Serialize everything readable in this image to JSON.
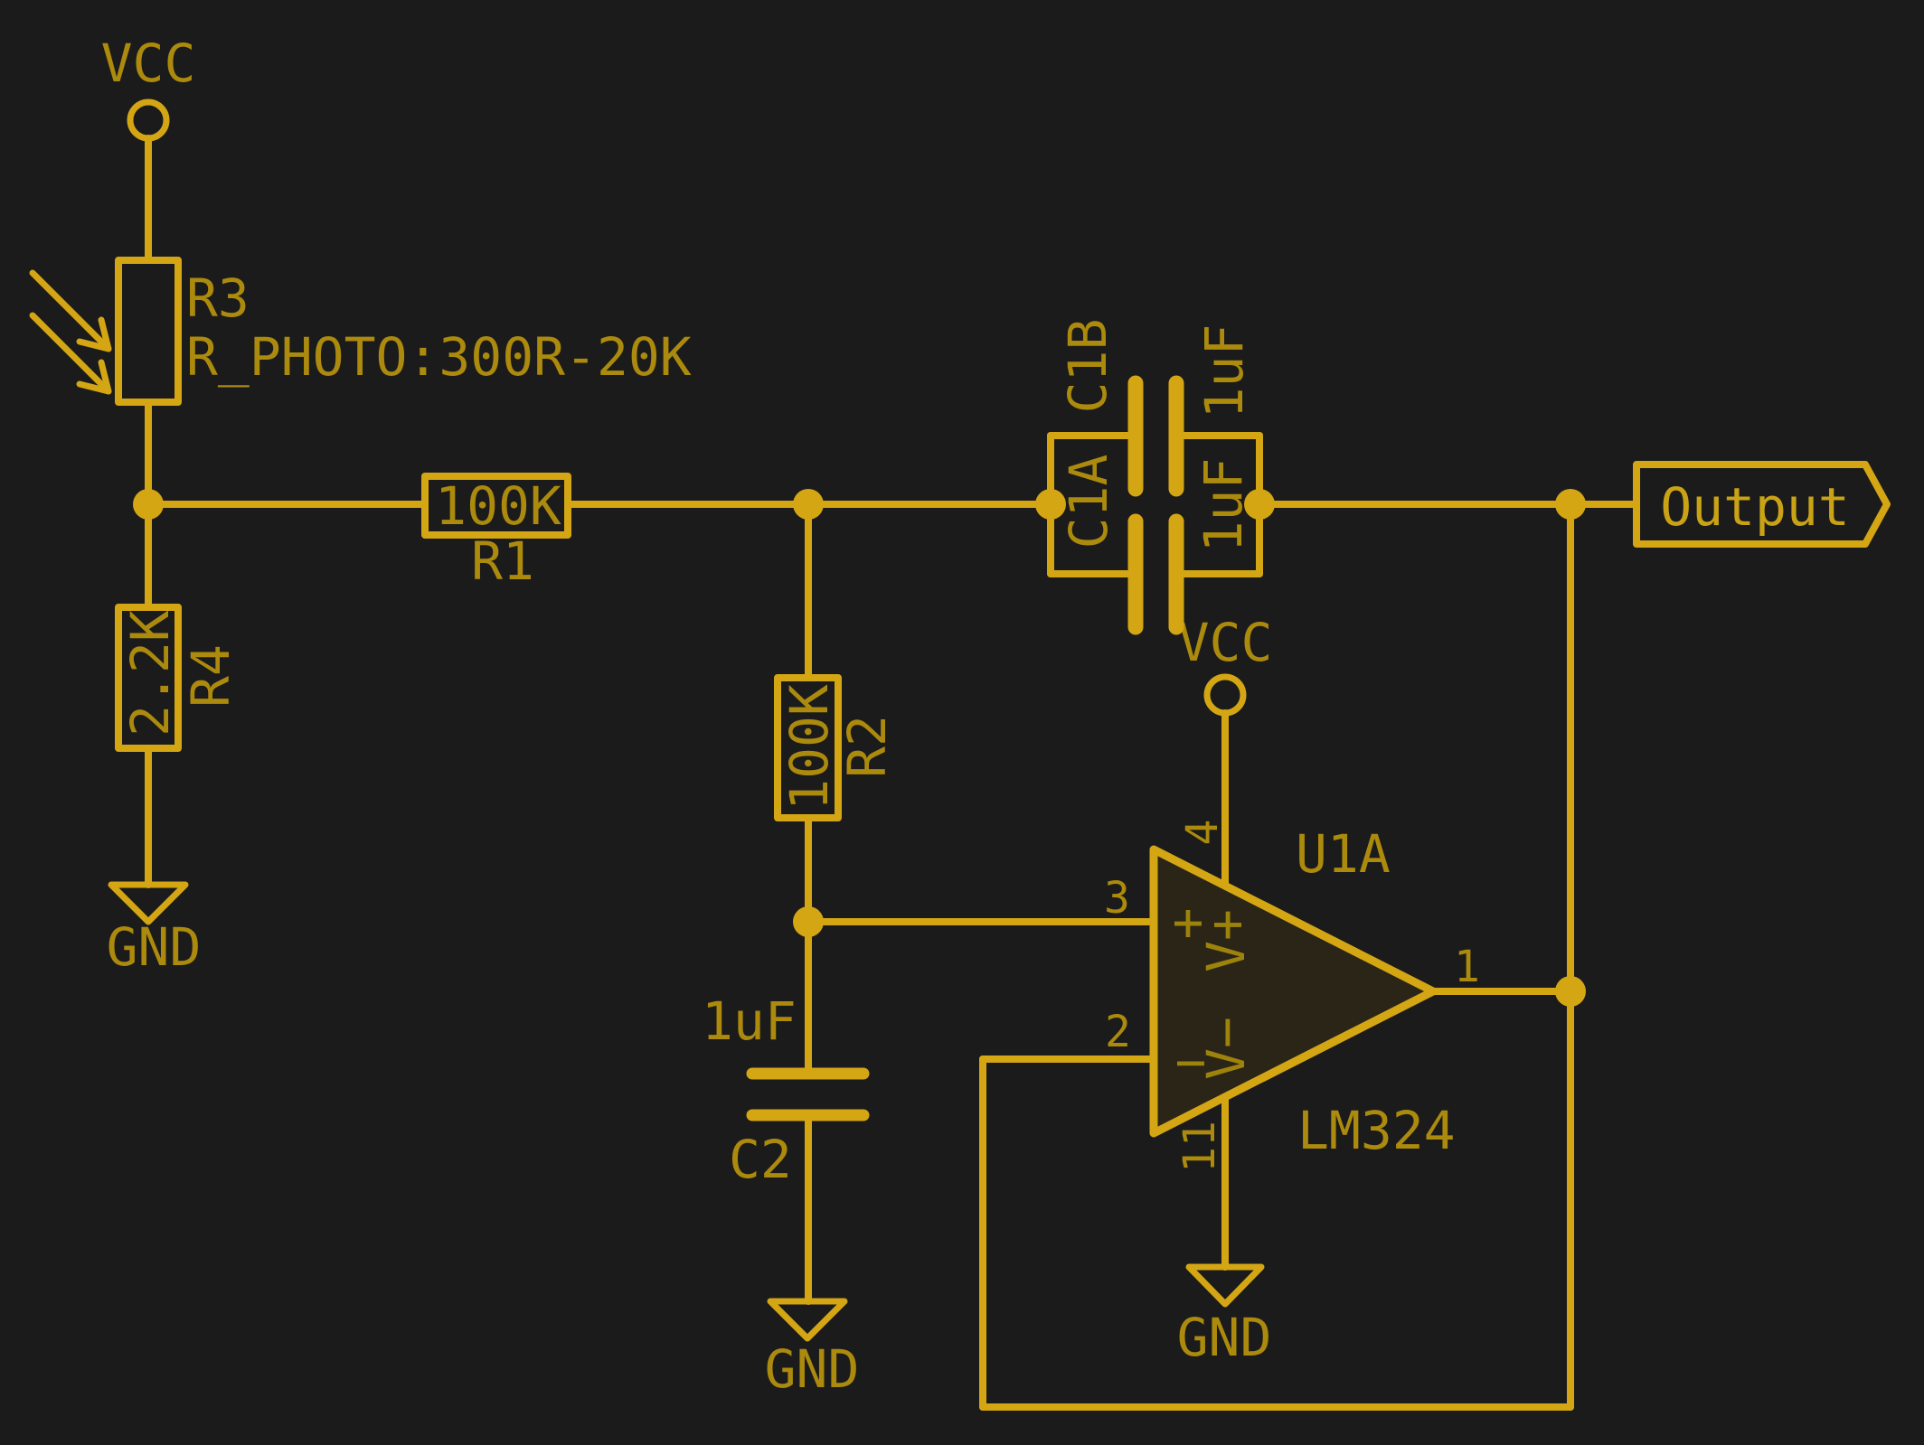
{
  "colors": {
    "background": "#1b1b1b",
    "wire": "#d4a614",
    "label": "#ab8a0d",
    "pin_number": "#ab8a0d",
    "marker": "#9d820c",
    "output_text": "#c9a315",
    "opamp_fill": "#2b2517"
  },
  "power": {
    "vcc": "VCC",
    "gnd": "GND"
  },
  "components": {
    "R3": {
      "ref": "R3",
      "value": "R_PHOTO:300R-20K"
    },
    "R1": {
      "ref": "R1",
      "value": "100K"
    },
    "R4": {
      "ref": "R4",
      "value": "2.2K"
    },
    "R2": {
      "ref": "R2",
      "value": "100K"
    },
    "C1A": {
      "ref": "C1A",
      "value": "1uF"
    },
    "C1B": {
      "ref": "C1B",
      "value": "1uF"
    },
    "C2": {
      "ref": "C2",
      "value": "1uF"
    },
    "U1A": {
      "ref": "U1A",
      "value": "LM324",
      "pins": {
        "out": "1",
        "inv": "2",
        "noninv": "3",
        "vplus": "4",
        "vminus": "11"
      },
      "markers": {
        "plus": "+",
        "minus": "−",
        "vplus": "V+",
        "vminus": "V−"
      }
    }
  },
  "flags": {
    "output": "Output"
  }
}
